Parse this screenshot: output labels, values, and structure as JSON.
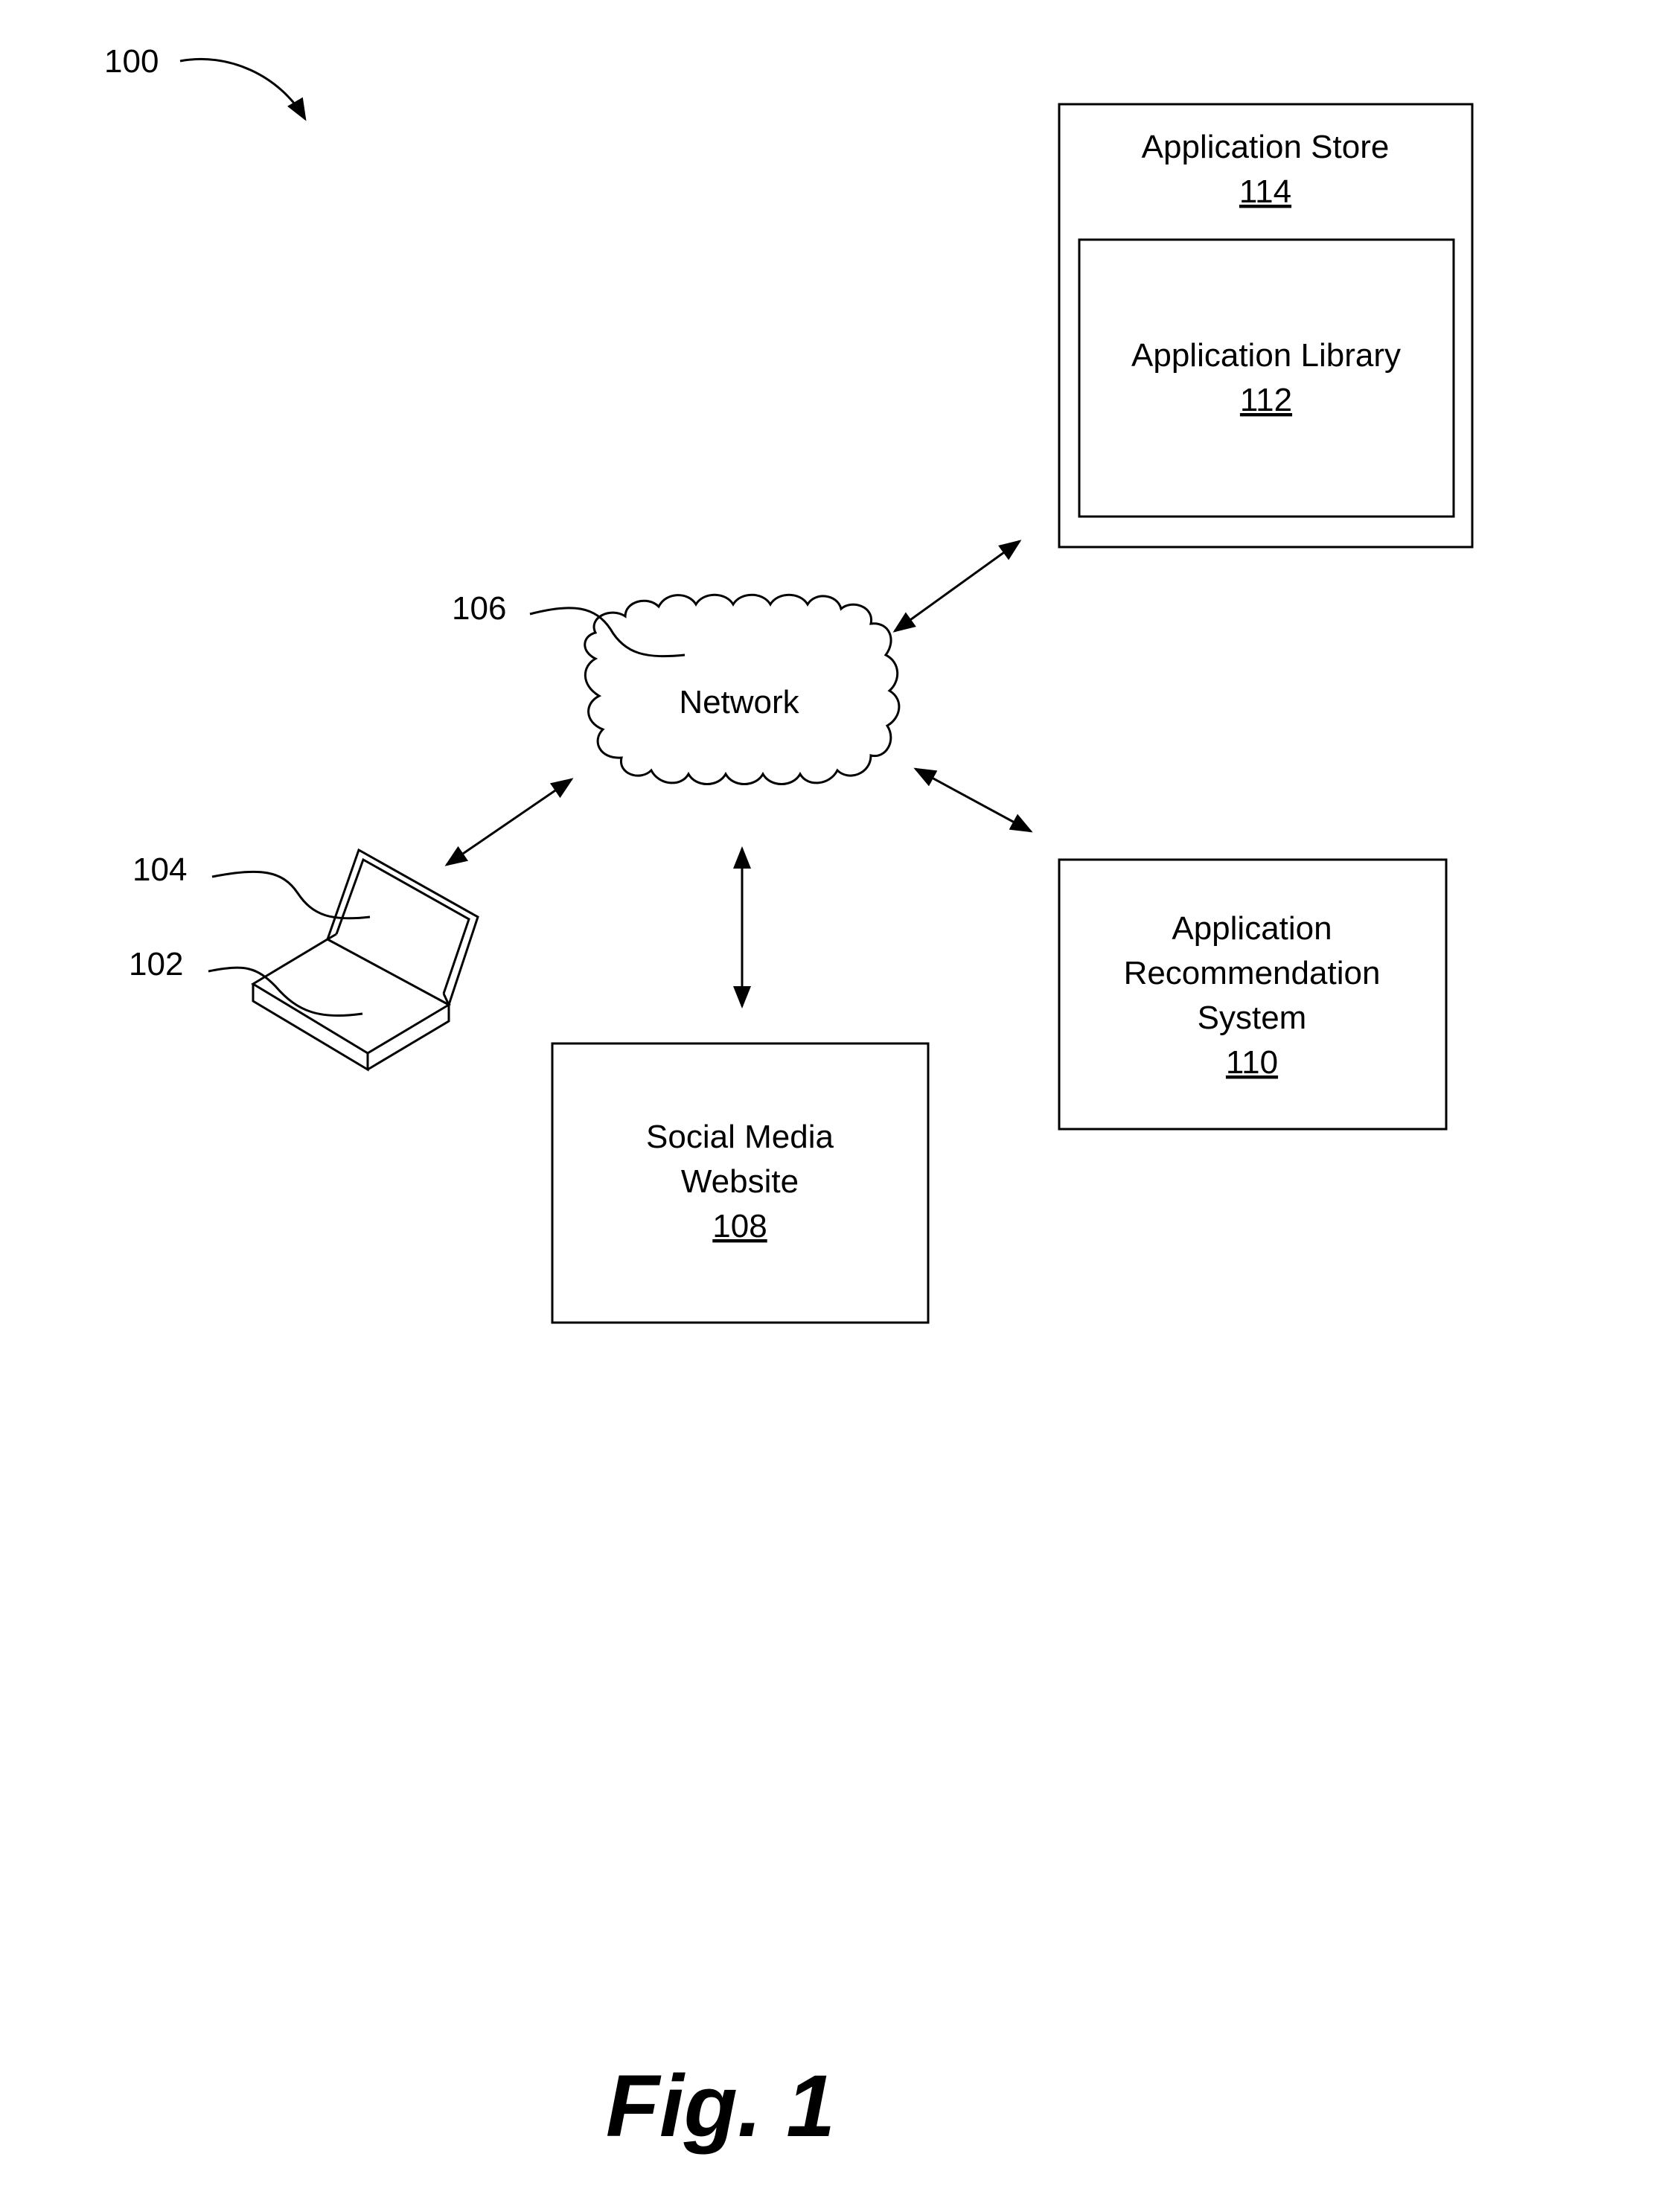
{
  "figure_ref": "100",
  "network": {
    "label": "Network",
    "ref": "106"
  },
  "device": {
    "screen_ref": "104",
    "device_ref": "102"
  },
  "application_store": {
    "label": "Application Store",
    "ref": "114"
  },
  "application_library": {
    "label": "Application Library",
    "ref": "112"
  },
  "social_media": {
    "line1": "Social Media",
    "line2": "Website",
    "ref": "108"
  },
  "recommendation": {
    "line1": "Application",
    "line2": "Recommendation",
    "line3": "System",
    "ref": "110"
  },
  "caption": "Fig. 1"
}
